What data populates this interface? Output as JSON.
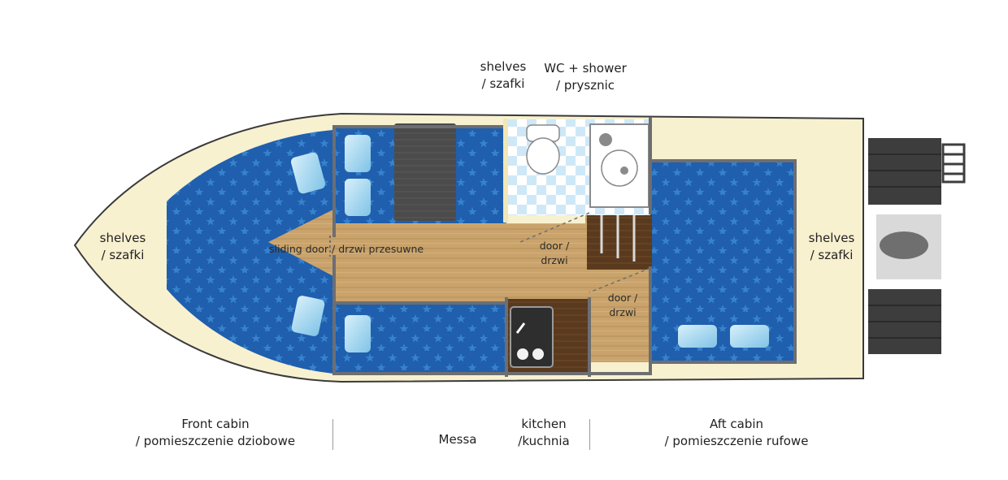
{
  "labels": {
    "shelves_top": [
      "shelves",
      "/ szafki"
    ],
    "wc_shower": [
      "WC + shower",
      "/ prysznic"
    ],
    "shelves_bow": [
      "shelves",
      "/ szafki"
    ],
    "shelves_stern": [
      "shelves",
      "/ szafki"
    ],
    "sliding_door": "sliding door / drzwi przesuwne",
    "door_1": [
      "door /",
      "drzwi"
    ],
    "door_2": [
      "door /",
      "drzwi"
    ]
  },
  "rooms": {
    "front_cabin": [
      "Front cabin",
      "/ pomieszczenie dziobowe"
    ],
    "messa": "Messa",
    "kitchen": [
      "kitchen",
      "/kuchnia"
    ],
    "aft_cabin": [
      "Aft cabin",
      "/ pomieszczenie rufowe"
    ]
  },
  "colors": {
    "hull": "#f7f1d0",
    "hull_outline": "#3a3a3a",
    "cabin_blue": "#1f5fae",
    "cabin_blue_light": "#3a86d0",
    "wood_floor": "#c9a36b",
    "dark_wood": "#5a3a1e",
    "wall": "#6d6e71",
    "cushion": "#9fd4ee",
    "tile_light": "#cfe8f7",
    "toilet_white": "#ffffff",
    "deck_grey": "#3d3d3d",
    "outboard_grey": "#d9d9d9"
  }
}
